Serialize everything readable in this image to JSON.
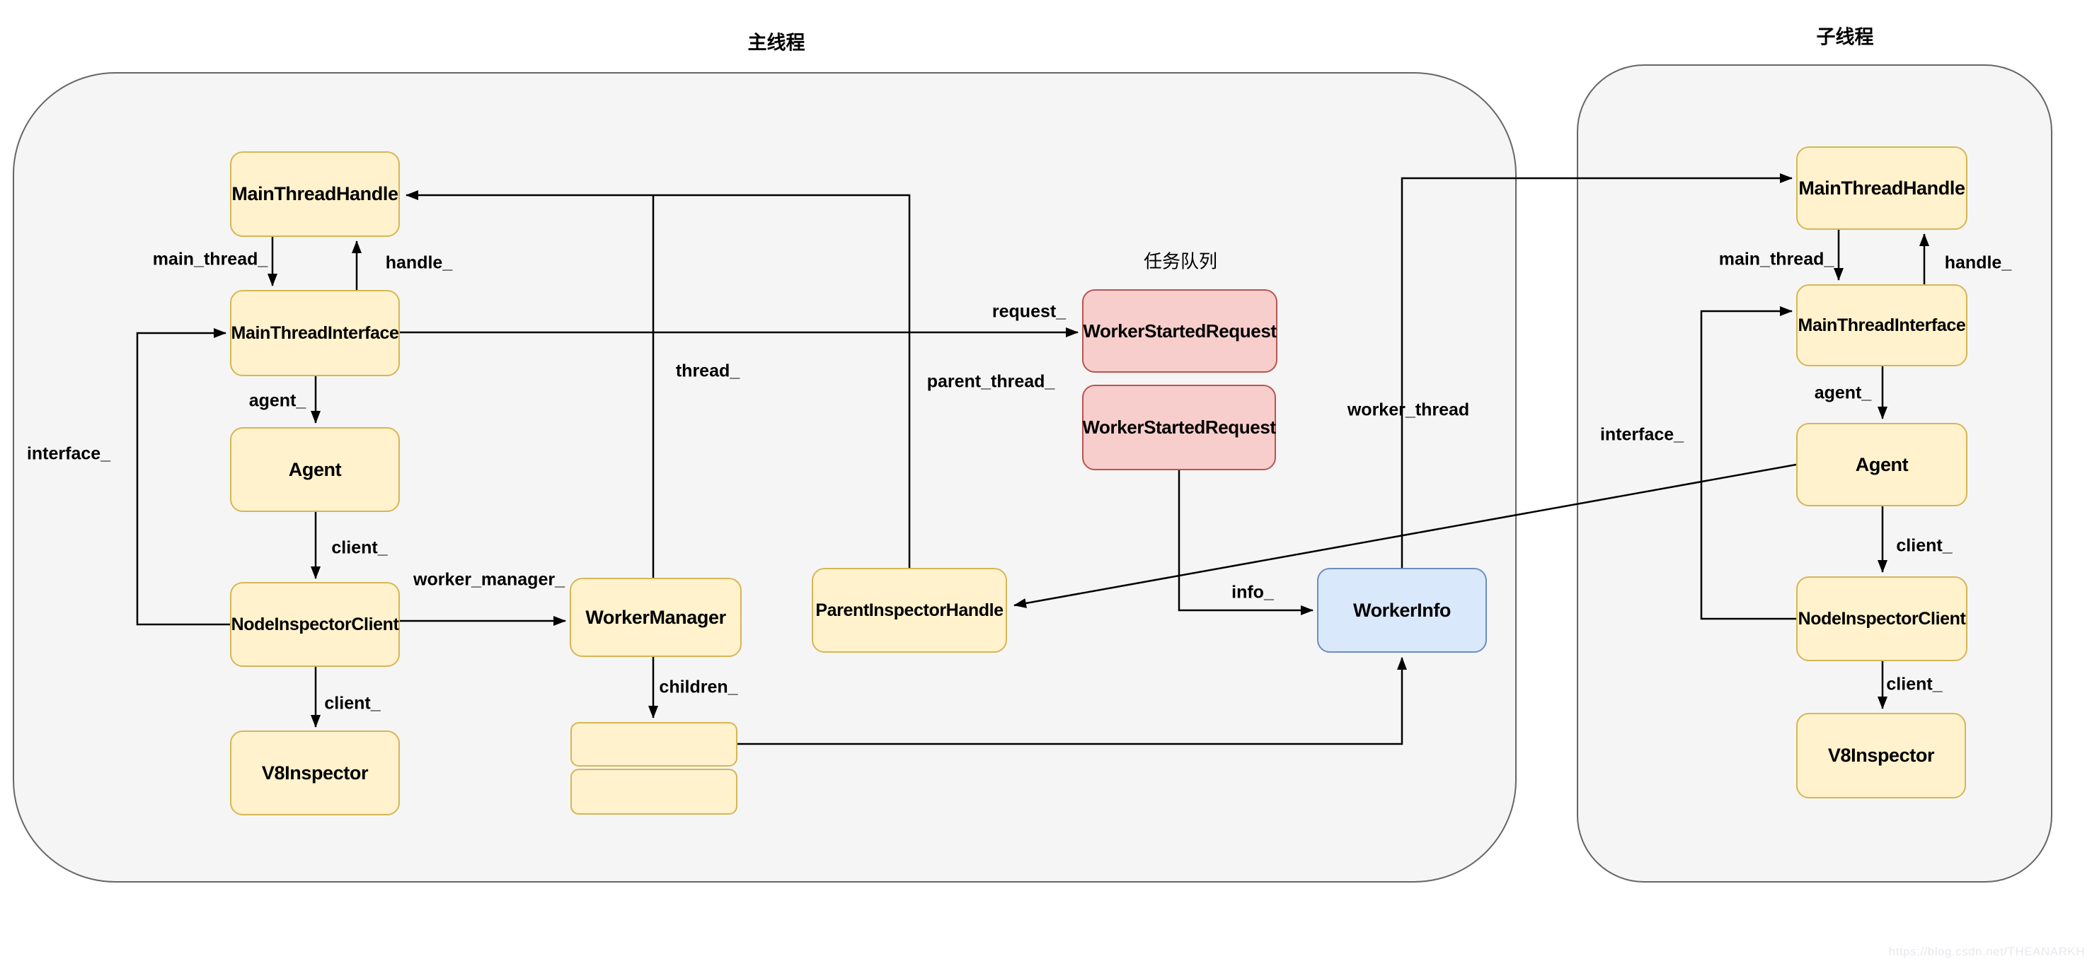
{
  "diagram": {
    "main_container_title": "主线程",
    "child_container_title": "子线程",
    "queue_title": "任务队列"
  },
  "nodes": {
    "main_thread_handle": "MainThreadHandle",
    "main_thread_interface": "MainThreadInterface",
    "agent": "Agent",
    "node_inspector_client": "NodeInspectorClient",
    "v8_inspector": "V8Inspector",
    "worker_manager": "WorkerManager",
    "parent_inspector_handle": "ParentInspectorHandle",
    "worker_started_request": "WorkerStartedRequest",
    "worker_info": "WorkerInfo"
  },
  "edge_labels": {
    "main_thread": "main_thread_",
    "handle": "handle_",
    "agent": "agent_",
    "client": "client_",
    "interface": "interface_",
    "worker_manager": "worker_manager_",
    "thread": "thread_",
    "children": "children_",
    "request": "request_",
    "parent_thread": "parent_thread_",
    "worker_thread": "worker_thread",
    "info": "info_"
  },
  "watermark": "https://blog.csdn.net/THEANARKH",
  "colors": {
    "node_fill": "#fff2cc",
    "node_stroke": "#d6b656",
    "queue_fill": "#f8cecc",
    "queue_stroke": "#b85450",
    "info_fill": "#dae8fc",
    "info_stroke": "#6c8ebf",
    "container_fill": "#f5f5f5",
    "container_stroke": "#666666",
    "edge": "#000000",
    "text": "#000000",
    "watermark": "#e9e9ee"
  }
}
